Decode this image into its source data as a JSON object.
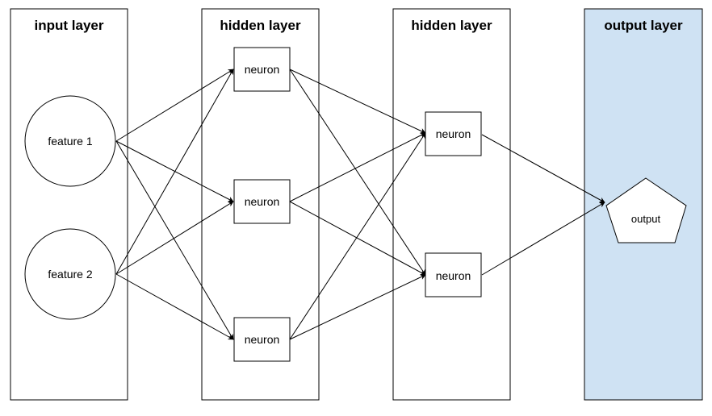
{
  "layers": [
    {
      "title": "input layer"
    },
    {
      "title": "hidden layer"
    },
    {
      "title": "hidden layer"
    },
    {
      "title": "output layer"
    }
  ],
  "nodes": {
    "feature_1": "feature 1",
    "feature_2": "feature 2",
    "h1_neuron_1": "neuron",
    "h1_neuron_2": "neuron",
    "h1_neuron_3": "neuron",
    "h2_neuron_1": "neuron",
    "h2_neuron_2": "neuron",
    "output": "output"
  },
  "colors": {
    "output_layer_fill": "#cfe2f3",
    "stroke": "#000000"
  },
  "edges": [
    [
      "feature_1",
      "h1_neuron_1"
    ],
    [
      "feature_1",
      "h1_neuron_2"
    ],
    [
      "feature_1",
      "h1_neuron_3"
    ],
    [
      "feature_2",
      "h1_neuron_1"
    ],
    [
      "feature_2",
      "h1_neuron_2"
    ],
    [
      "feature_2",
      "h1_neuron_3"
    ],
    [
      "h1_neuron_1",
      "h2_neuron_1"
    ],
    [
      "h1_neuron_1",
      "h2_neuron_2"
    ],
    [
      "h1_neuron_2",
      "h2_neuron_1"
    ],
    [
      "h1_neuron_2",
      "h2_neuron_2"
    ],
    [
      "h1_neuron_3",
      "h2_neuron_1"
    ],
    [
      "h1_neuron_3",
      "h2_neuron_2"
    ],
    [
      "h2_neuron_1",
      "output"
    ],
    [
      "h2_neuron_2",
      "output"
    ]
  ]
}
